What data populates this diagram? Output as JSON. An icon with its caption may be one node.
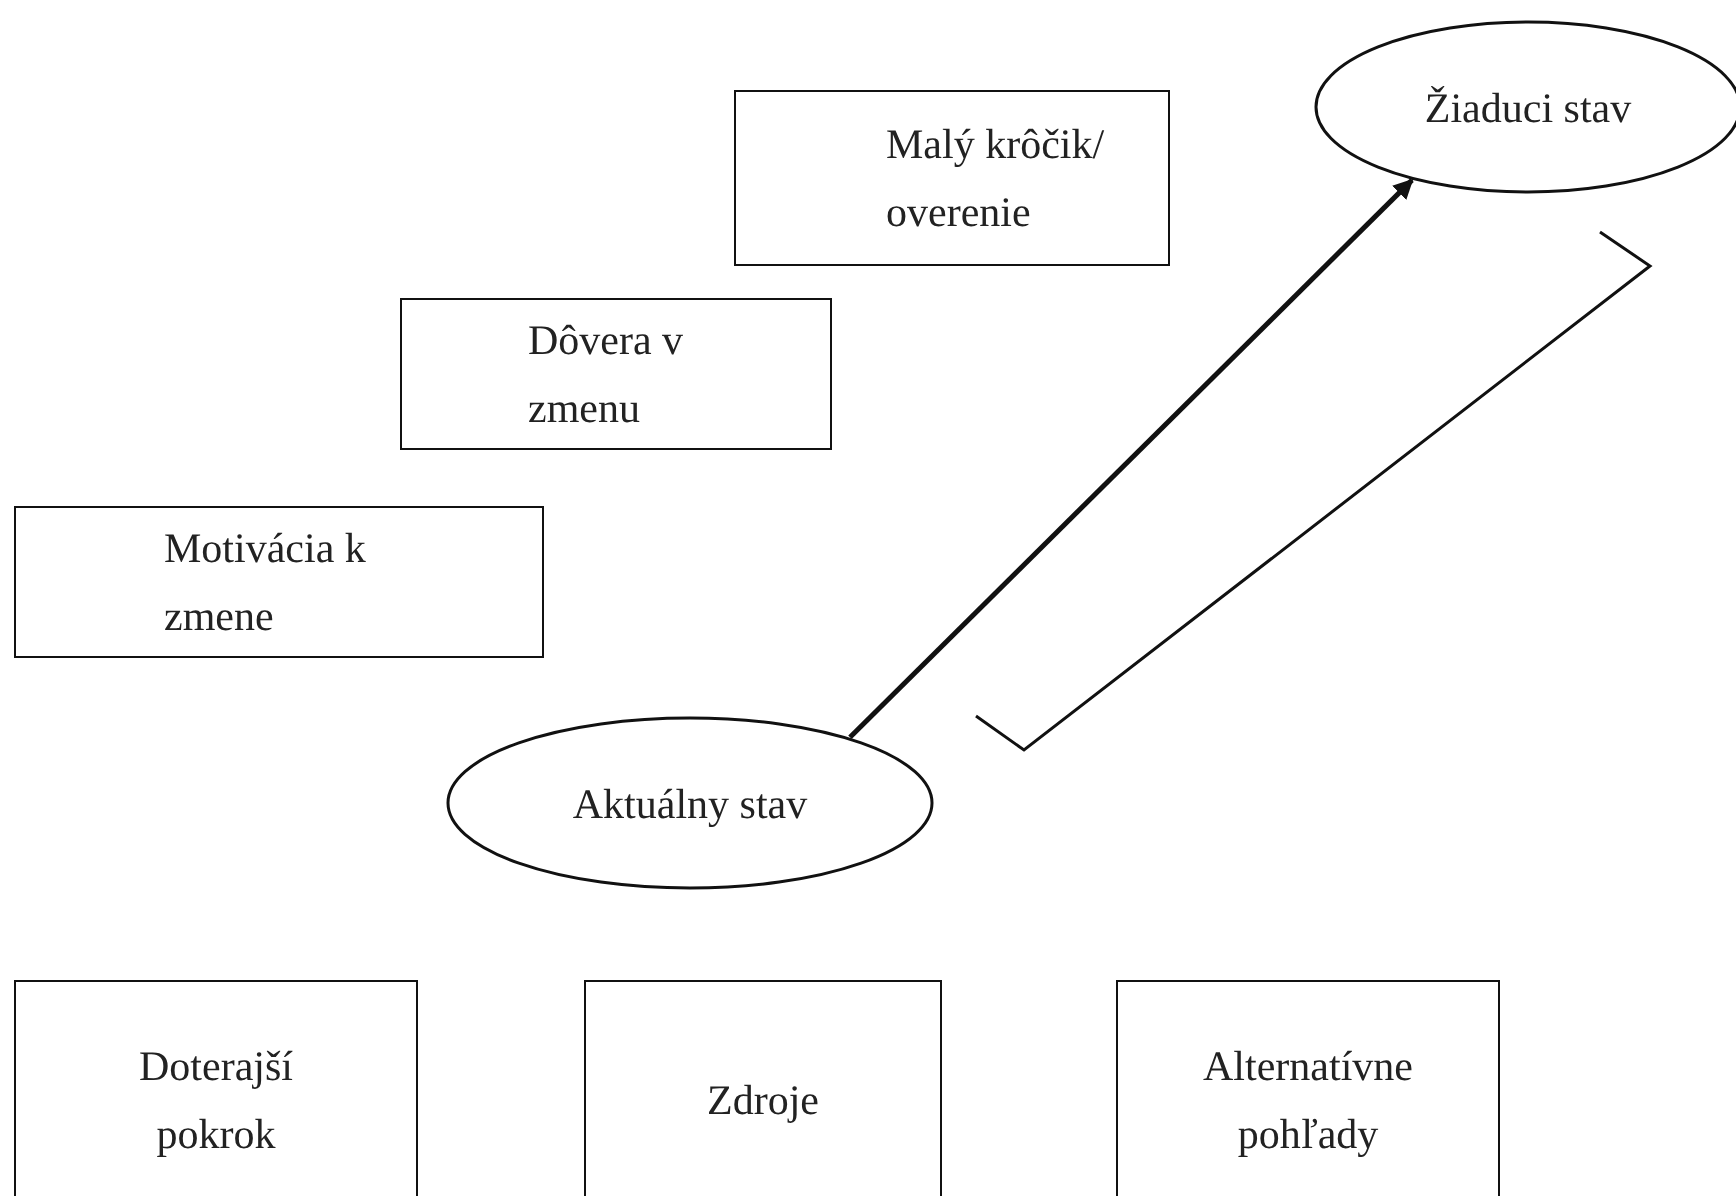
{
  "diagram": {
    "nodes": [
      {
        "text": [
          "Malý krôčik/ overenie"
        ]
      },
      {
        "text": [
          "Žiaduci stav"
        ]
      },
      {
        "text": [
          "Dôvera v zmenu"
        ]
      },
      {
        "text": [
          "Motivácia k zmene"
        ]
      },
      {
        "text": [
          "Aktuálny stav"
        ]
      },
      {
        "text": [
          "Doterajší pokrok"
        ]
      },
      {
        "text": [
          "Zdroje"
        ]
      },
      {
        "text": [
          "Alternatívne pohľady"
        ]
      }
    ],
    "edges": [
      {
        "from": 4,
        "to": 1,
        "arrow": "to"
      }
    ]
  }
}
